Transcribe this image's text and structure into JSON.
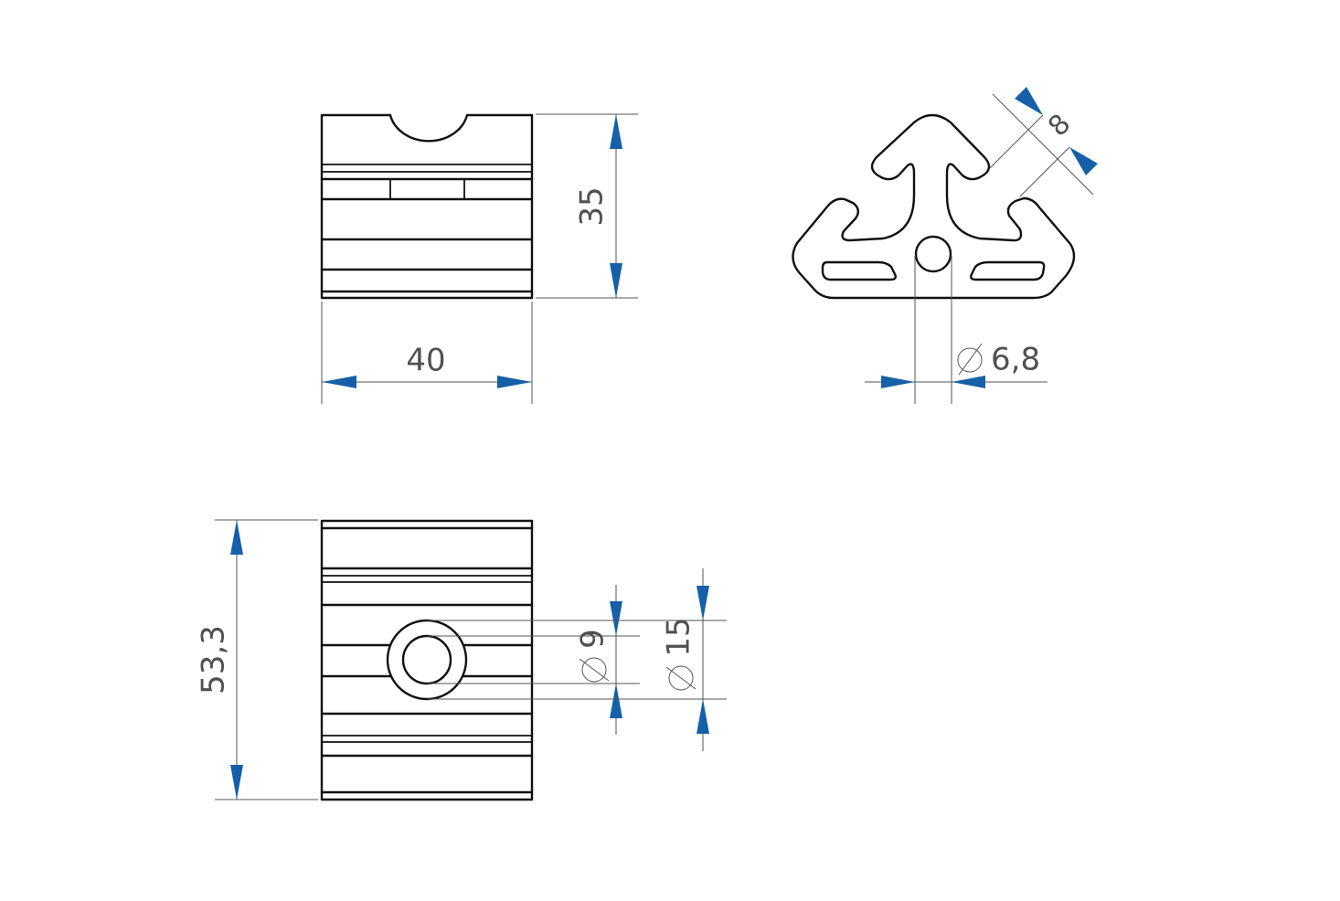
{
  "dimensions": {
    "front_height": "35",
    "front_width": "40",
    "slot_width": "8",
    "hole_dia": "6,8",
    "side_length": "53,3",
    "bore_inner": "9",
    "bore_outer": "15"
  },
  "colors": {
    "arrow": "#1560a8",
    "dimension_text": "#505050",
    "outline": "#111111"
  }
}
